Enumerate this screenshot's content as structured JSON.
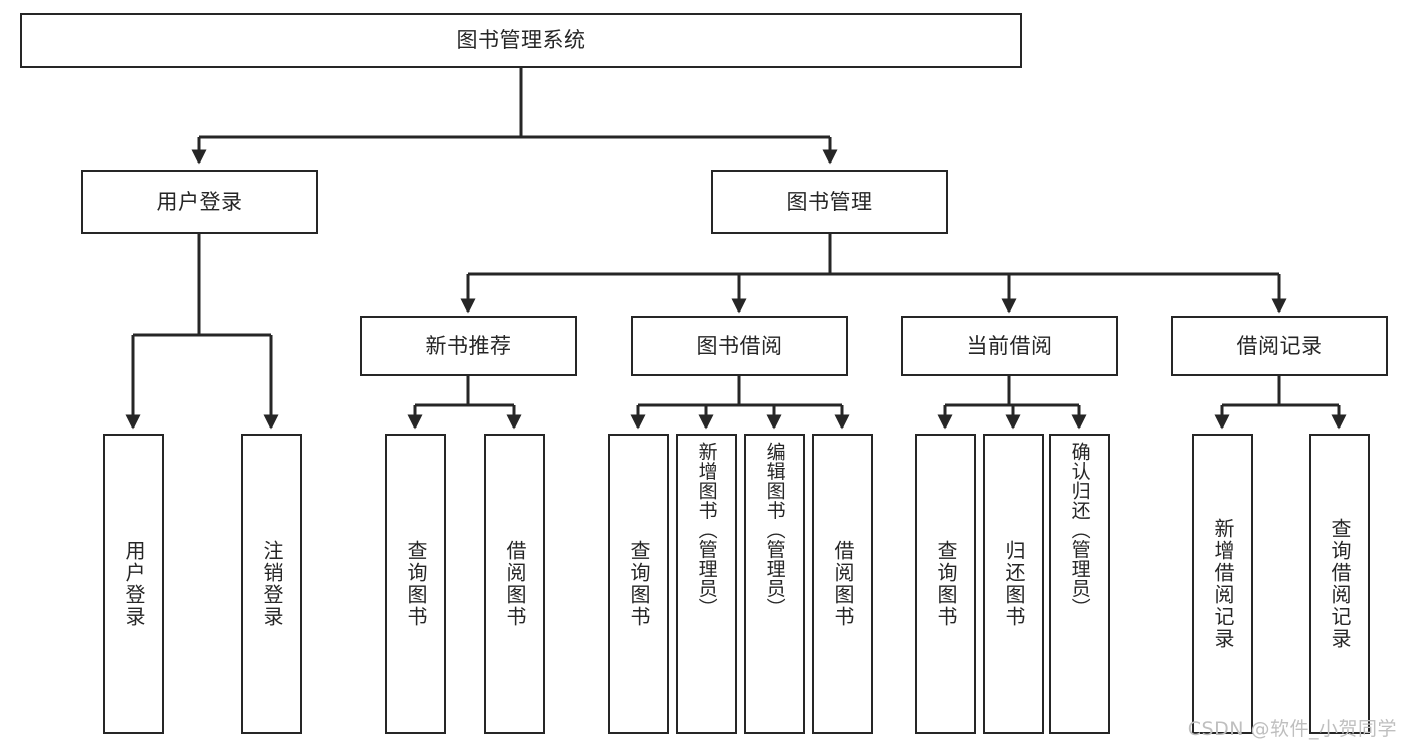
{
  "diagram": {
    "title": "图书管理系统",
    "watermark": "CSDN @软件_小贺同学",
    "stroke_color": "#262626",
    "background_color": "#ffffff",
    "watermark_color": "#bfbfbf",
    "levels": {
      "root": {
        "label": "图书管理系统"
      },
      "level2": [
        {
          "label": "用户登录"
        },
        {
          "label": "图书管理"
        }
      ],
      "level3": [
        {
          "label": "新书推荐"
        },
        {
          "label": "图书借阅"
        },
        {
          "label": "当前借阅"
        },
        {
          "label": "借阅记录"
        }
      ],
      "leaves": {
        "user_login": [
          {
            "label": "用户登录"
          },
          {
            "label": "注销登录"
          }
        ],
        "new_book_recommend": [
          {
            "label": "查询图书"
          },
          {
            "label": "借阅图书"
          }
        ],
        "book_borrow": [
          {
            "label": "查询图书"
          },
          {
            "label": "新增图书（管理员）"
          },
          {
            "label": "编辑图书（管理员）"
          },
          {
            "label": "借阅图书"
          }
        ],
        "current_borrow": [
          {
            "label": "查询图书"
          },
          {
            "label": "归还图书"
          },
          {
            "label": "确认归还（管理员）"
          }
        ],
        "borrow_record": [
          {
            "label": "新增借阅记录"
          },
          {
            "label": "查询借阅记录"
          }
        ]
      }
    }
  }
}
